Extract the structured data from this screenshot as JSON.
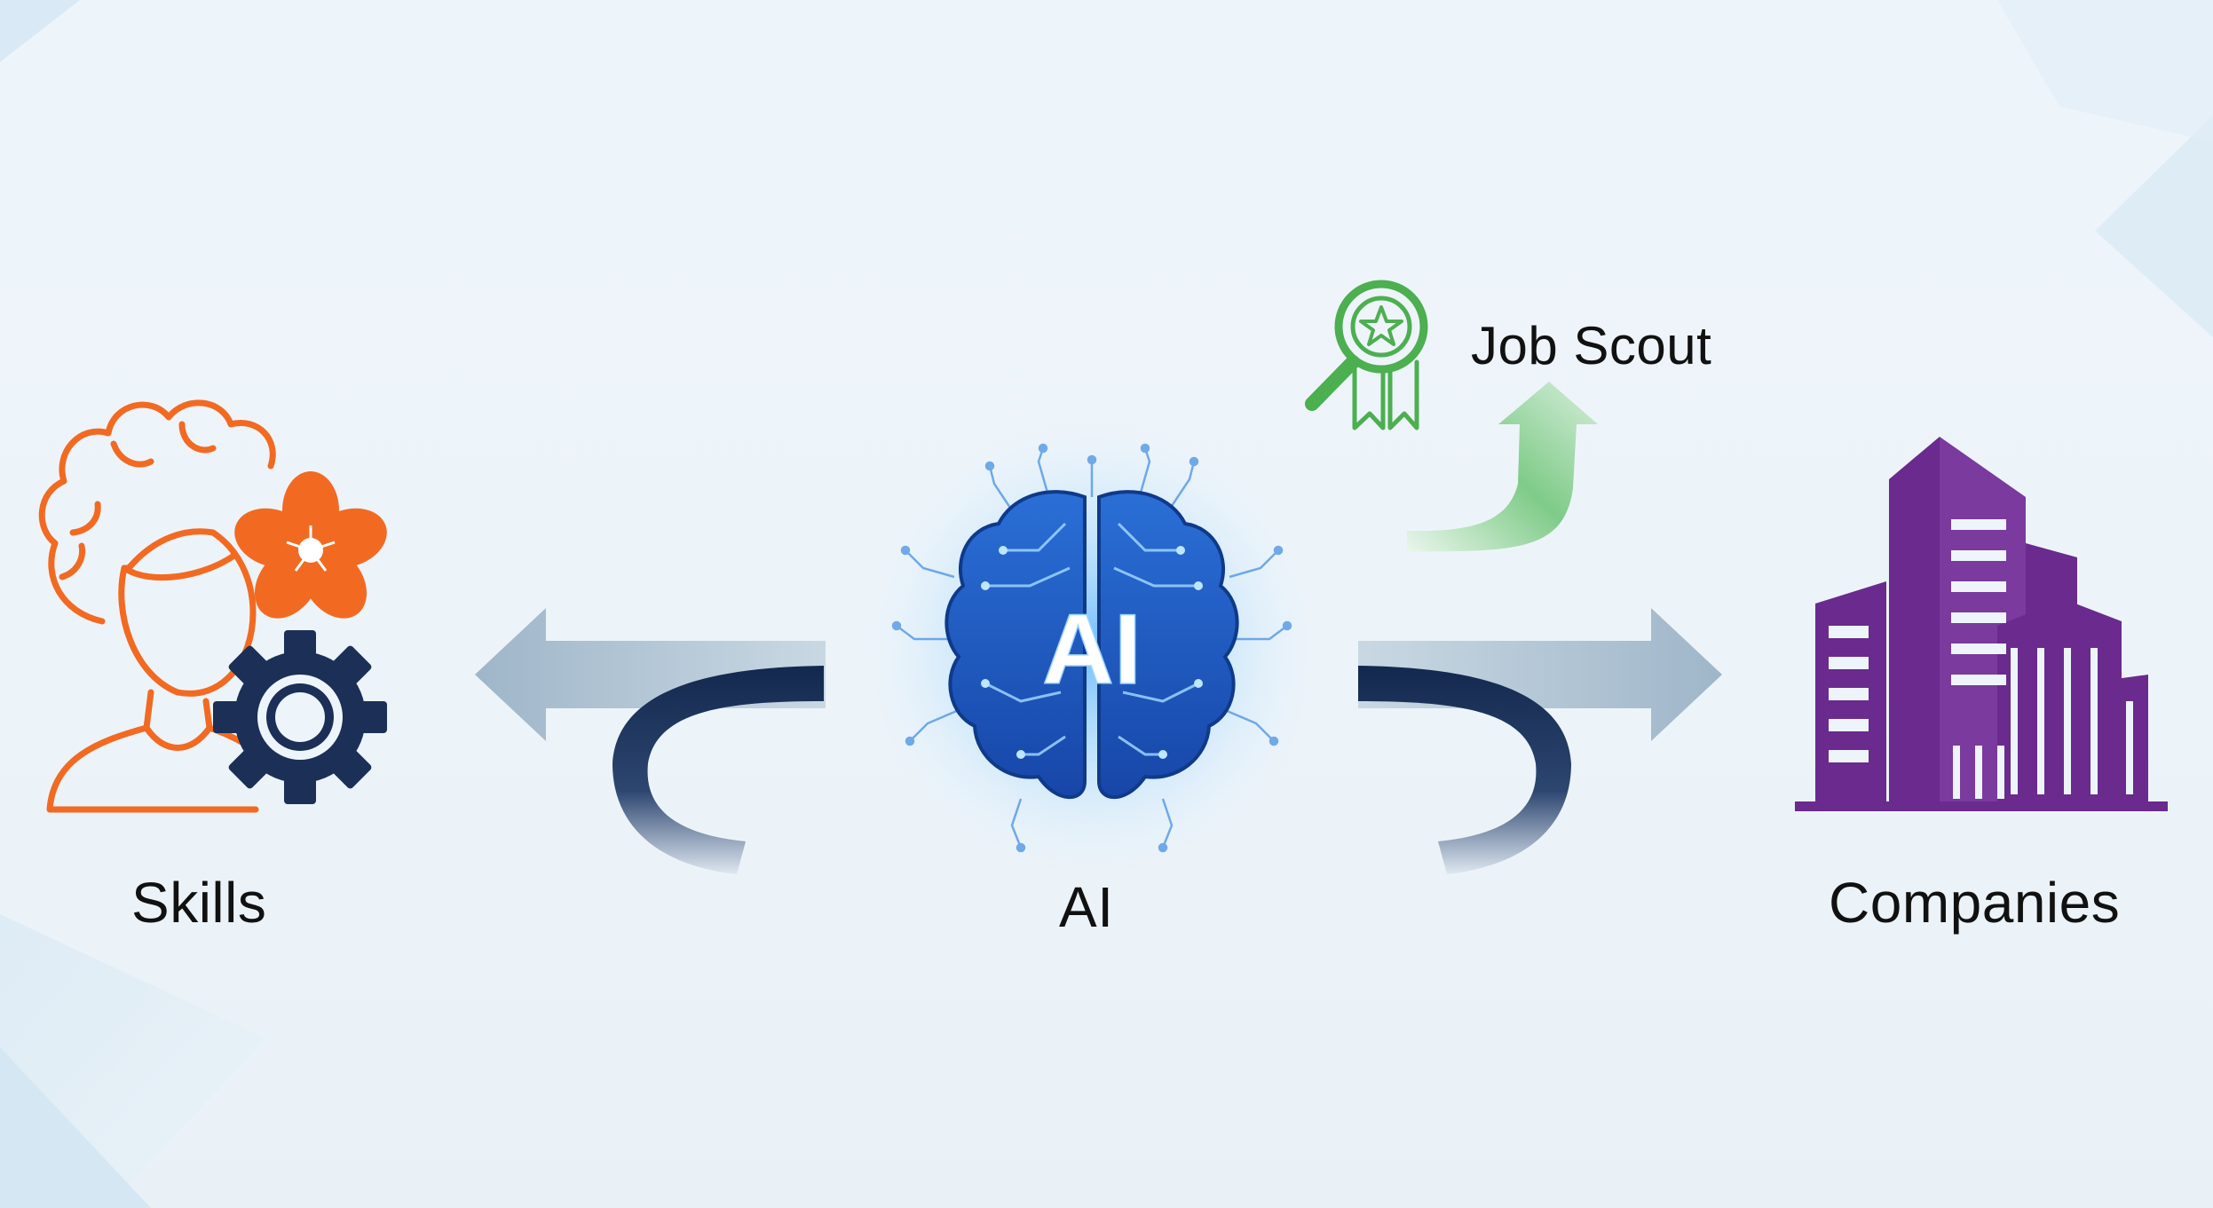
{
  "nodes": {
    "skills": {
      "label": "Skills",
      "icon": "person-brain-gear-icon",
      "color": "#f26a21"
    },
    "ai": {
      "label": "AI",
      "badge": "AI",
      "icon": "ai-brain-circuit-icon",
      "color": "#1f5fc8"
    },
    "companies": {
      "label": "Companies",
      "icon": "office-buildings-icon",
      "color": "#6a2a8e"
    },
    "job_scout": {
      "label": "Job Scout",
      "icon": "magnifier-award-badge-icon",
      "color": "#4caf50"
    }
  },
  "accent_colors": {
    "navy": "#1b2f57",
    "arrow_gray_blue": "#a9bfd0",
    "green": "#4caf50",
    "orange": "#f26a21",
    "purple": "#6a2a8e",
    "blue": "#1f5fc8"
  }
}
